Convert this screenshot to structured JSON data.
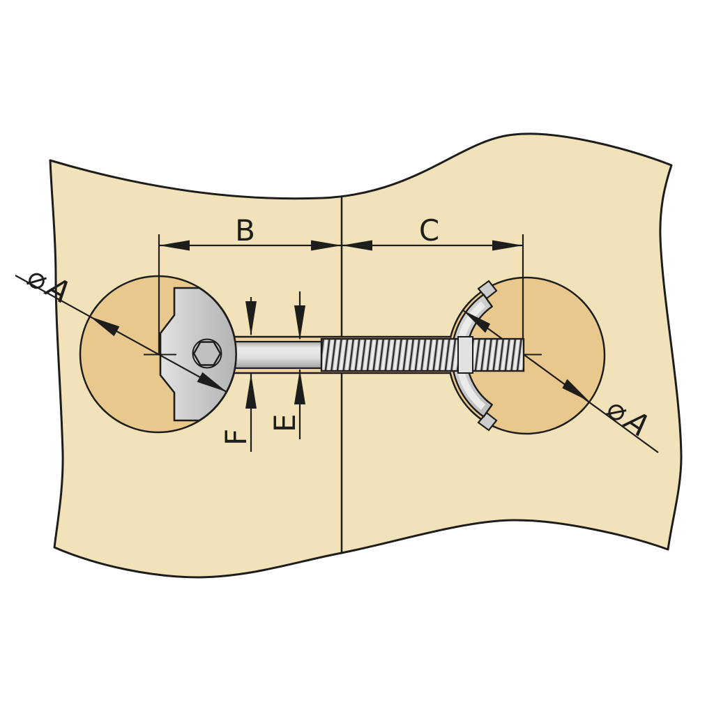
{
  "diagram": {
    "type": "technical-drawing",
    "subject": "cross-section of two wooden panels joined by a connector bolt: cam fitting in left bore, slotted barrel sleeve in right bore",
    "dimension_labels": {
      "b": "B",
      "c": "C",
      "e": "E",
      "f": "F"
    },
    "diameter_label": {
      "symbol": "⌀",
      "letter": "A"
    },
    "colors": {
      "background": "#ffffff",
      "panel": "#f2e2b9",
      "hole": "#e9c88d",
      "channel": "#eed3a0",
      "outline": "#1d1d1b",
      "metal_light": "#e6e6e6",
      "metal_mid": "#c8c8c8",
      "metal_dark": "#a9a9a9",
      "collar": "#e2e2e2",
      "thread_dark": "#303030"
    }
  }
}
